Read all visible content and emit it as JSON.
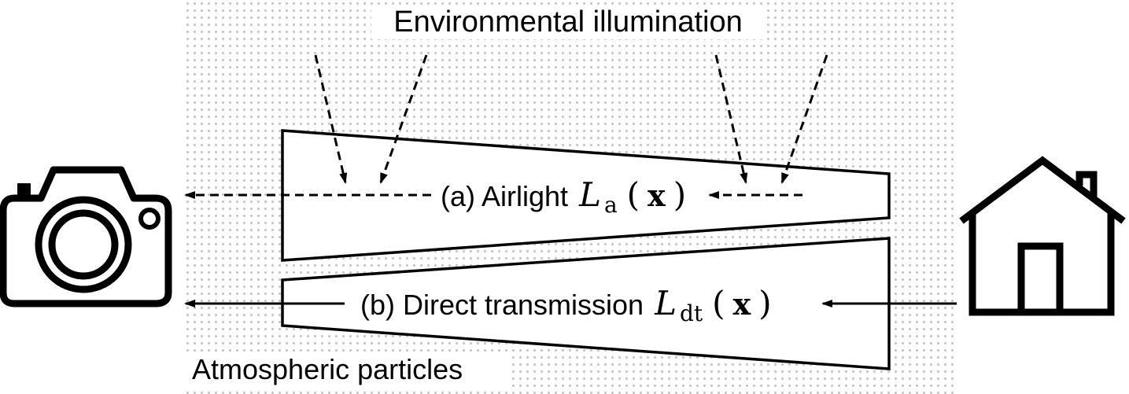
{
  "labels": {
    "illumination": "Environmental illumination",
    "particles": "Atmospheric particles",
    "airlight": {
      "prefix": "(a) Airlight",
      "symbol": "L",
      "subscript": "a",
      "open": "(",
      "arg": "x",
      "close": ")"
    },
    "direct": {
      "prefix": "(b) Direct transmission",
      "symbol": "L",
      "subscript": "dt",
      "open": "(",
      "arg": "x",
      "close": ")"
    }
  },
  "icons": {
    "left": "camera-icon",
    "right": "house-icon"
  },
  "colors": {
    "ink": "#000000",
    "dots": "#c8c8c8",
    "background": "#ffffff"
  }
}
